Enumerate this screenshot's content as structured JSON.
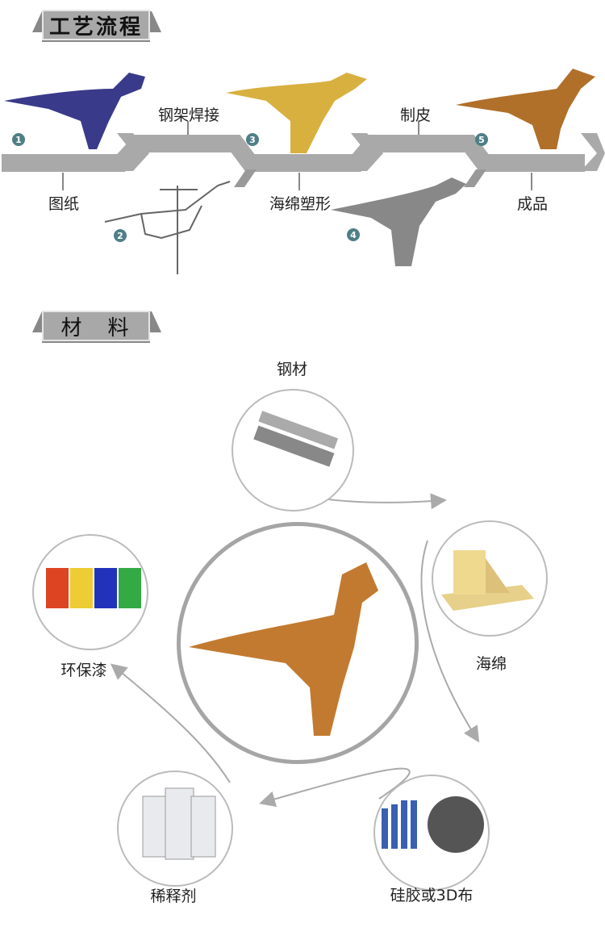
{
  "process": {
    "title": "工艺流程",
    "steps": [
      {
        "num": "1",
        "label": "图纸"
      },
      {
        "num": "2",
        "label": "钢架焊接"
      },
      {
        "num": "3",
        "label": "海绵塑形"
      },
      {
        "num": "4",
        "label": "制皮"
      },
      {
        "num": "5",
        "label": "成品"
      }
    ]
  },
  "materials": {
    "title": "材　料",
    "items": [
      {
        "label": "钢材"
      },
      {
        "label": "海绵"
      },
      {
        "label": "硅胶或3D布"
      },
      {
        "label": "稀释剂"
      },
      {
        "label": "环保漆"
      }
    ]
  },
  "colors": {
    "band": "#a9a9a9",
    "badge": "#4f7f86",
    "banner": "#a8a8a8"
  }
}
